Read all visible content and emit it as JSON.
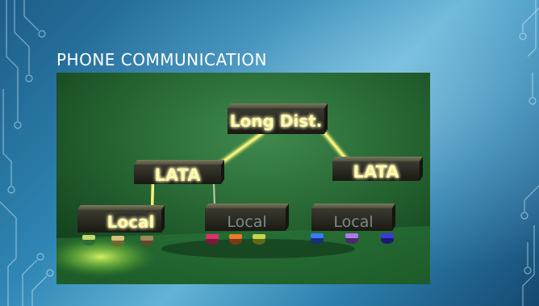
{
  "slide": {
    "title": "PHONE COMMUNICATION"
  },
  "diagram": {
    "root": "Long Dist.",
    "lata_left": "LATA",
    "lata_right": "LATA",
    "local_left": "Local",
    "local_middle": "Local",
    "local_right": "Local"
  },
  "colors": {
    "background": "#2f86b4",
    "image_bg": "#1f5a30",
    "glow": "#fff35a"
  }
}
